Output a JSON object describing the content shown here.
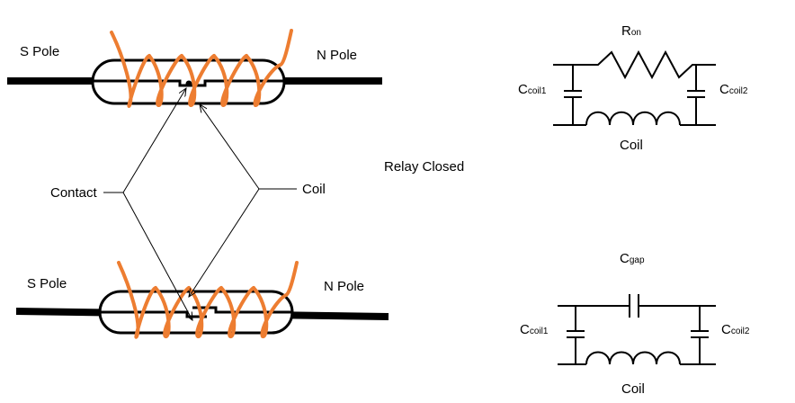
{
  "top_relay": {
    "left_label": "S Pole",
    "right_label": "N Pole"
  },
  "bottom_relay": {
    "left_label": "S Pole",
    "right_label": "N Pole"
  },
  "callouts": {
    "contact": "Contact",
    "coil": "Coil"
  },
  "state_label": "Relay Closed",
  "closed_circuit": {
    "resistor_main": "R",
    "resistor_sub": "on",
    "cap_left_main": "C",
    "cap_left_sub": "coil1",
    "cap_right_main": "C",
    "cap_right_sub": "coil2",
    "coil_label": "Coil"
  },
  "open_circuit": {
    "gap_main": "C",
    "gap_sub": "gap",
    "cap_left_main": "C",
    "cap_left_sub": "coil1",
    "cap_right_main": "C",
    "cap_right_sub": "coil2",
    "coil_label": "Coil"
  },
  "colors": {
    "coil_winding": "#ed7d31",
    "line": "#000000",
    "background": "#ffffff"
  }
}
